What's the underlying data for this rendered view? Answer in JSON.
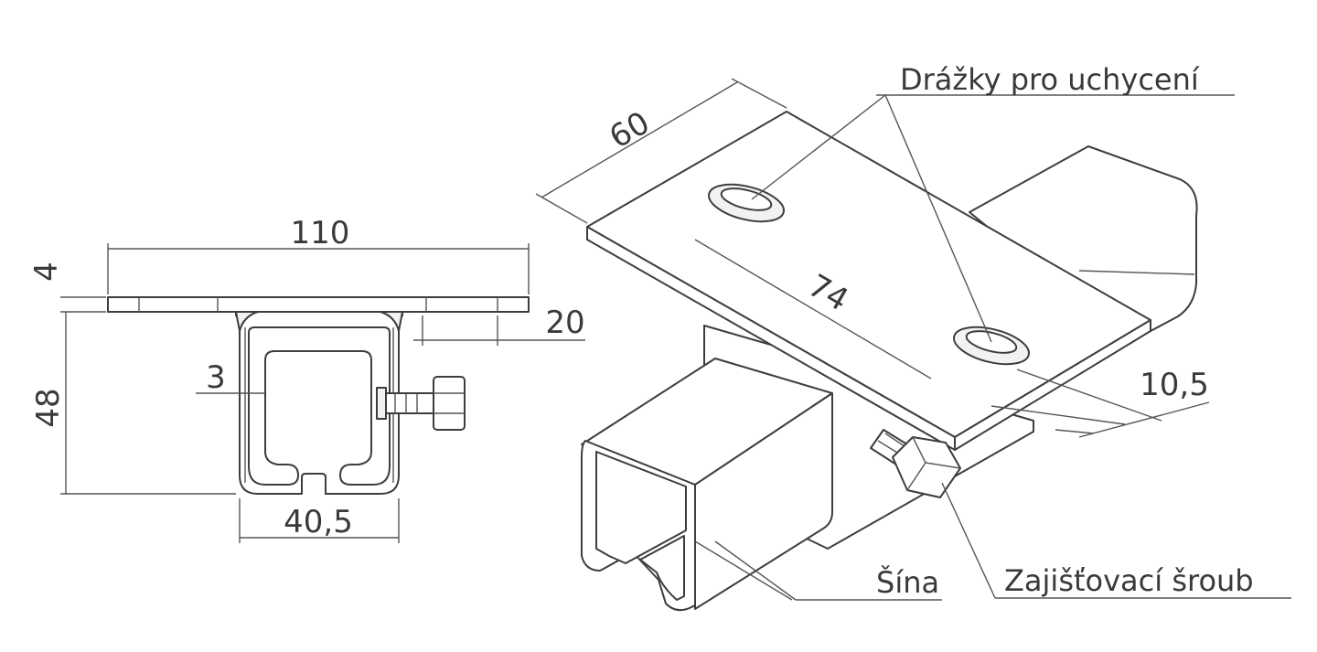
{
  "cross_section": {
    "dim_width_total": "110",
    "dim_plate_thickness": "4",
    "dim_height": "48",
    "dim_wall": "3",
    "dim_edge_offset": "20",
    "dim_rail_width": "40,5"
  },
  "isometric": {
    "dim_plate_depth": "60",
    "dim_slot_spacing": "74",
    "dim_slot_width": "10,5",
    "label_slots": "Drážky pro uchycení",
    "label_rail": "Šína",
    "label_screw": "Zajišťovací šroub"
  }
}
